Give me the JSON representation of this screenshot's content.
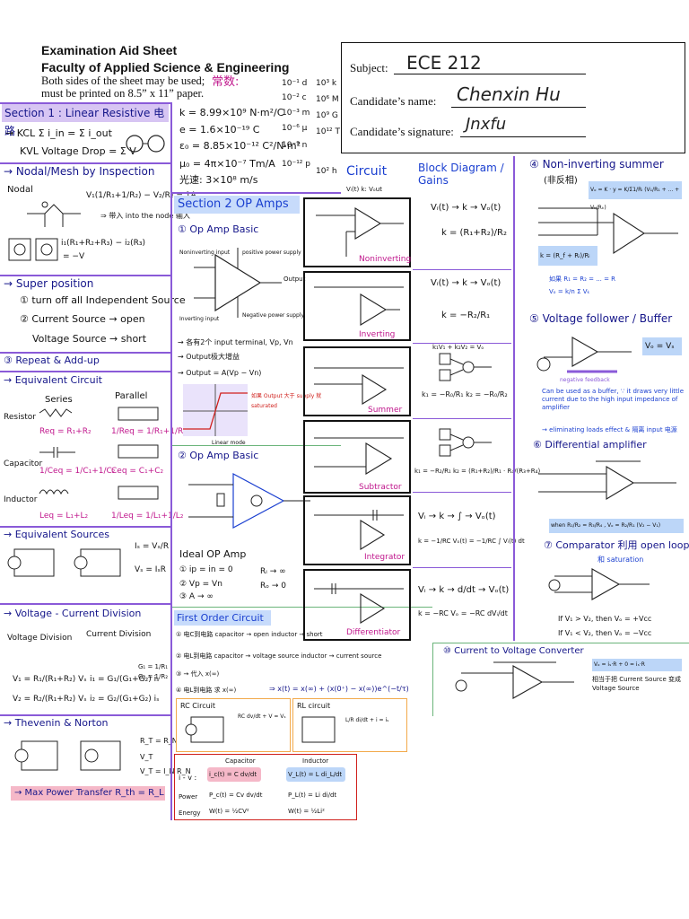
{
  "header": {
    "title": "Examination Aid Sheet",
    "faculty": "Faculty of Applied Science & Engineering",
    "note_line1": "Both sides of the sheet may be used;",
    "note_line2": "must be printed on 8.5” x 11” paper."
  },
  "candidate_box": {
    "subject_label": "Subject:",
    "subject_value": "ECE 212",
    "name_label": "Candidate’s name:",
    "name_value": "Chenxin Hu",
    "signature_label": "Candidate’s signature:",
    "signature_value": "Jnxfu"
  },
  "constants": {
    "title": "常数:",
    "k": "k = 8.99×10⁹ N·m²/C",
    "e": "e = 1.6×10⁻¹⁹ C",
    "eps": "ε₀ = 8.85×10⁻¹² C²/N·m²",
    "mu": "μ₀ = 4π×10⁻⁷ Tm/A",
    "c": "光速: 3×10⁸ m/s",
    "prefixes_left": [
      "10⁻¹ d",
      "10⁻² c",
      "10⁻³ m",
      "10⁻⁶ μ",
      "10⁻⁹ n",
      "10⁻¹² p"
    ],
    "prefixes_right": [
      "10³ k",
      "10⁶ M",
      "10⁹ G",
      "10¹² T",
      "",
      "10² h"
    ]
  },
  "section1": {
    "title": "Section 1 : Linear Resistive 电路",
    "kcl": "→ KCL  Σ i_in = Σ i_out",
    "kvl": "KVL  Voltage Drop = Σ V",
    "nodal_title": "→ Nodal/Mesh by Inspection",
    "nodal_label": "Nodal",
    "nodal_eq": "V₁(1/R₁+1/R₂) − V₂/R₂ = 1A",
    "nodal_note": "⇒ 带入 into the node 输入",
    "mesh_eq": "i₁(R₁+R₂+R₃) − i₂(R₃)",
    "mesh_eq2": "= −V",
    "superposition_title": "→ Super position",
    "sp1": "① turn off all Independent Source",
    "sp2": "② Current Source → open",
    "sp3": "Voltage Source → short",
    "sp4": "③ Repeat & Add-up",
    "equiv_title": "→ Equivalent Circuit",
    "series": "Series",
    "parallel": "Parallel",
    "resistor": "Resistor",
    "capacitor": "Capacitor",
    "inductor": "Inductor",
    "req_series": "Req = R₁+R₂",
    "req_parallel": "1/Req = 1/R₁+1/R₂",
    "ceq_series": "1/Ceq = 1/C₁+1/C₂",
    "ceq_parallel": "Ceq = C₁+C₂",
    "leq_series": "Leq = L₁+L₂",
    "leq_parallel": "1/Leq = 1/L₁+1/L₂",
    "equiv_sources_title": "→ Equivalent Sources",
    "es_eq1": "Iₛ = Vₛ/R",
    "es_eq2": "Vₛ = IₛR",
    "division_title": "→ Voltage - Current Division",
    "vdiv": "Voltage Division",
    "cdiv": "Current Division",
    "v1": "V₁ = R₁/(R₁+R₂) Vₛ",
    "v2": "V₂ = R₂/(R₁+R₂) Vₛ",
    "i1": "i₁ = G₁/(G₁+G₂) iₛ",
    "i2": "i₂ = G₂/(G₁+G₂) iₛ",
    "g_note": "G₁ = 1/R₁   G₂ = 1/R₂",
    "thevenin_title": "→ Thevenin & Norton",
    "rt": "R_T = R_N",
    "vt": "V_T",
    "vtrn": "V_T = I_N R_N",
    "maxpower": "→ Max Power Transfer  R_th = R_L"
  },
  "section2": {
    "title": "Section 2 OP Amps",
    "opamp_basic": "① Op Amp Basic",
    "noninv_input": "Noninverting input",
    "inv_input": "Inverting input",
    "pos_supply": "positive power supply",
    "neg_supply": "Negative power supply",
    "output": "Output",
    "bullet1": "→ 各有2个 input terminal, Vp, Vn",
    "bullet2": "→ Output极大增益",
    "bullet3": "→ Output = A(Vp − Vn)",
    "linear_mode": "Linear mode",
    "sat_note": "如果 Output 大于 supply 就 saturated",
    "opamp_basic2": "② Op Amp Basic",
    "ideal_title": "Ideal OP Amp",
    "ideal1": "① ip = in = 0",
    "ideal2": "② Vp = Vn",
    "ideal3": "③ A → ∞",
    "ri": "Rᵢ → ∞",
    "ro": "Rₒ → 0"
  },
  "first_order": {
    "title": "First Order Circuit",
    "l1": "① 电C到电路  capacitor → open  inductor → short",
    "l2": "② 电L到电路  capacitor → voltage source  inductor → current source",
    "l3": "③ → 代入 x(∞)",
    "l4": "④ 电L到电路  求 x(∞)",
    "rc_title": "RC Circuit",
    "rc_eq": "RC dv/dt + V = Vₛ",
    "rl_title": "RL circuit",
    "rl_eq": "L/R di/dt + i = iₛ",
    "formula": "⇒ x(t) = x(∞) + (x(0⁺) − x(∞))e^(−t/τ)",
    "table_cap": "Capacitor",
    "table_ind": "Inductor",
    "iv": "i - v :",
    "iv_cap": "i_c(t) = C dv/dt",
    "iv_ind": "V_L(t) = L di_L/dt",
    "power": "Power",
    "p_cap": "P_c(t) = Cv dv/dt",
    "p_ind": "P_L(t) = Li di/dt",
    "energy": "Energy",
    "e_cap": "W(t) = ½CV²",
    "e_ind": "W(t) = ½Li²"
  },
  "circuits": {
    "header_circuit": "Circuit",
    "header_sub": "Vᵢ(t)  k: Vₒut",
    "header_block": "Block Diagram / Gains",
    "noninverting": "Noninverting",
    "inverting": "Inverting",
    "summer": "Summer",
    "subtractor": "Subtractor",
    "integrator": "Integrator",
    "differentiator": "Differentiator",
    "bd_noninv": "Vᵢ(t) → k → Vₒ(t)",
    "k_noninv": "k = (R₁+R₂)/R₂",
    "bd_inv": "Vᵢ(t) → k → Vₒ(t)",
    "k_inv": "k = −R₂/R₁",
    "bd_summer_top": "k₁V₁ + k₂V₂ = Vₒ",
    "k_summer": "k₁ = −R₀/R₁   k₂ = −R₀/R₂",
    "k_sub": "k₁ = −R₂/R₁   k₂ = (R₁+R₂)/R₁ · R₄/(R₃+R₄)",
    "bd_int": "Vᵢ → k → ∫ → Vₒ(t)",
    "k_int": "k = −1/RC   Vₒ(t) = −1/RC ∫ Vᵢ(t) dt",
    "bd_diff": "Vᵢ → k → d/dt → Vₒ(t)",
    "k_diff": "k = −RC   Vₒ = −RC dVᵢ/dt"
  },
  "right": {
    "noninv_summer": "④ Non-inverting summer",
    "noninv_summer_cn": "(非反相)",
    "summer_eq": "Vₒ = K · y = K/Σ1/Rᵢ (V₁/R₁ + ... + Vₖ/Rₖ)",
    "k_eq": "k = (R_f + Rᵢ)/Rᵢ",
    "summer_note": "如果 R₁ = R₂ = ... = R",
    "summer_note2": "Vₒ = k/n Σ Vₖ",
    "follower_title": "⑤ Voltage follower / Buffer",
    "follower_eq": "Vₒ = Vₛ",
    "neg_feedback": "negative feedback",
    "follower_note": "Can be used as a buffer, ∵ it draws very little current due to the high input impedance of amplifier",
    "follower_note2": "→ eliminating loads effect & 隔离 input 电源",
    "diff_title": "⑥ Differential amplifier",
    "diff_eq": "when R₁/R₂ = R₃/R₄ , Vₒ = R₂/R₁ (V₂ − V₁)",
    "comp_title": "⑦ Comparator 利用 open loop gain",
    "comp_sub": "和 saturation",
    "comp1": "If V₁ > V₂, then Vₒ = +Vcc",
    "comp2": "If V₁ < V₂, then Vₒ = −Vcc",
    "ctv_title": "⑩ Current to Voltage Converter",
    "ctv_eq": "Vₒ = iₛ·R + 0 = iₛ·R",
    "ctv_note": "相当于把 Current Source 变成 Voltage Source"
  },
  "colors": {
    "purple": "#8a5ad8",
    "navy": "#15168a",
    "blue": "#1a3fd0",
    "pink_highlight": "#f5b8c8",
    "green_border": "#6bb47a",
    "orange_border": "#f2a94a",
    "red_border": "#d0201c",
    "blue_highlight": "#bcd6f8"
  }
}
